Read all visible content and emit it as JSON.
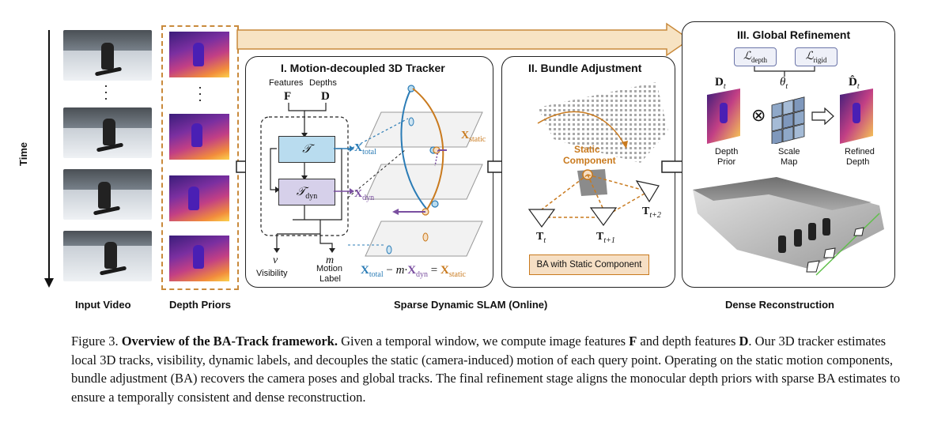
{
  "figure": {
    "time_label": "Time",
    "input_video_label": "Input Video",
    "depth_priors_label": "Depth Priors",
    "sparse_slam_label": "Sparse Dynamic SLAM (Online)",
    "dense_recon_label": "Dense Reconstruction",
    "tracker": {
      "title": "I. Motion-decoupled 3D Tracker",
      "features_label": "Features",
      "depths_label": "Depths",
      "F_symbol": "F",
      "D_symbol": "D",
      "T_symbol": "𝒯",
      "T_dyn_symbol": "𝒯",
      "T_dyn_sub": "dyn",
      "v_symbol": "v",
      "m_symbol": "m",
      "visibility_label": "Visibility",
      "motion_label_line1": "Motion",
      "motion_label_line2": "Label",
      "x_total": "X",
      "x_total_sub": "total",
      "x_dyn": "X",
      "x_dyn_sub": "dyn",
      "x_static": "X",
      "x_static_sub": "static",
      "equation_minus": "−",
      "equation_m": "m·",
      "equation_equals": "="
    },
    "ba": {
      "title": "II. Bundle Adjustment",
      "static_component_line1": "Static",
      "static_component_line2": "Component",
      "cam_t": "T",
      "cam_t_sub": "t",
      "cam_t1_sub": "t+1",
      "cam_t2_sub": "t+2",
      "ba_box_label": "BA with Static Component"
    },
    "refine": {
      "title": "III. Global Refinement",
      "loss_depth": "ℒ",
      "loss_depth_sub": "depth",
      "loss_rigid": "ℒ",
      "loss_rigid_sub": "rigid",
      "theta": "θ",
      "theta_sub": "t",
      "D_t": "D",
      "D_t_sub": "t",
      "D_hat": "D̂",
      "depth_prior_line1": "Depth",
      "depth_prior_line2": "Prior",
      "scale_map_line1": "Scale",
      "scale_map_line2": "Map",
      "refined_line1": "Refined",
      "refined_line2": "Depth",
      "otimes": "⊗"
    },
    "colors": {
      "accent_orange": "#c97a1e",
      "accent_blue": "#2b7cb6",
      "accent_purple": "#7a4fa0",
      "tracker_blue_box": "#b9dcef",
      "tracker_purple_box": "#d6d0ea",
      "ba_box_fill": "#f6dfc4"
    }
  },
  "caption": {
    "prefix": "Figure 3. ",
    "bold_title": "Overview of the BA-Track framework.",
    "text_1": " Given a temporal window, we compute image features ",
    "F": "F",
    "text_2": " and depth features ",
    "D": "D",
    "text_3": ". Our 3D tracker estimates local 3D tracks, visibility, dynamic labels, and decouples the static (camera-induced) motion of each query point. Operating on the static motion components, bundle adjustment (BA) recovers the camera poses and global tracks. The final refinement stage aligns the monocular depth priors with sparse BA estimates to ensure a temporally consistent and dense reconstruction."
  }
}
